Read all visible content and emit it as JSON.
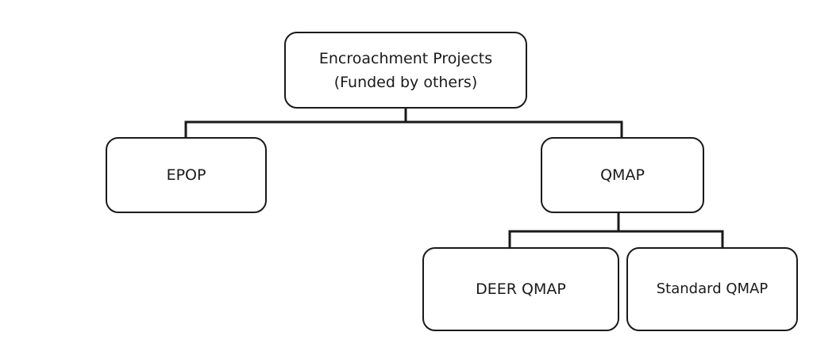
{
  "diagram": {
    "root": {
      "label": "Encroachment Projects\n(Funded by others)"
    },
    "epop": {
      "label": "EPOP"
    },
    "qmap": {
      "label": "QMAP"
    },
    "deer_qmap": {
      "label": "DEER QMAP"
    },
    "standard_qmap": {
      "label": "Standard QMAP"
    },
    "line_color": "#1a1a1a"
  }
}
